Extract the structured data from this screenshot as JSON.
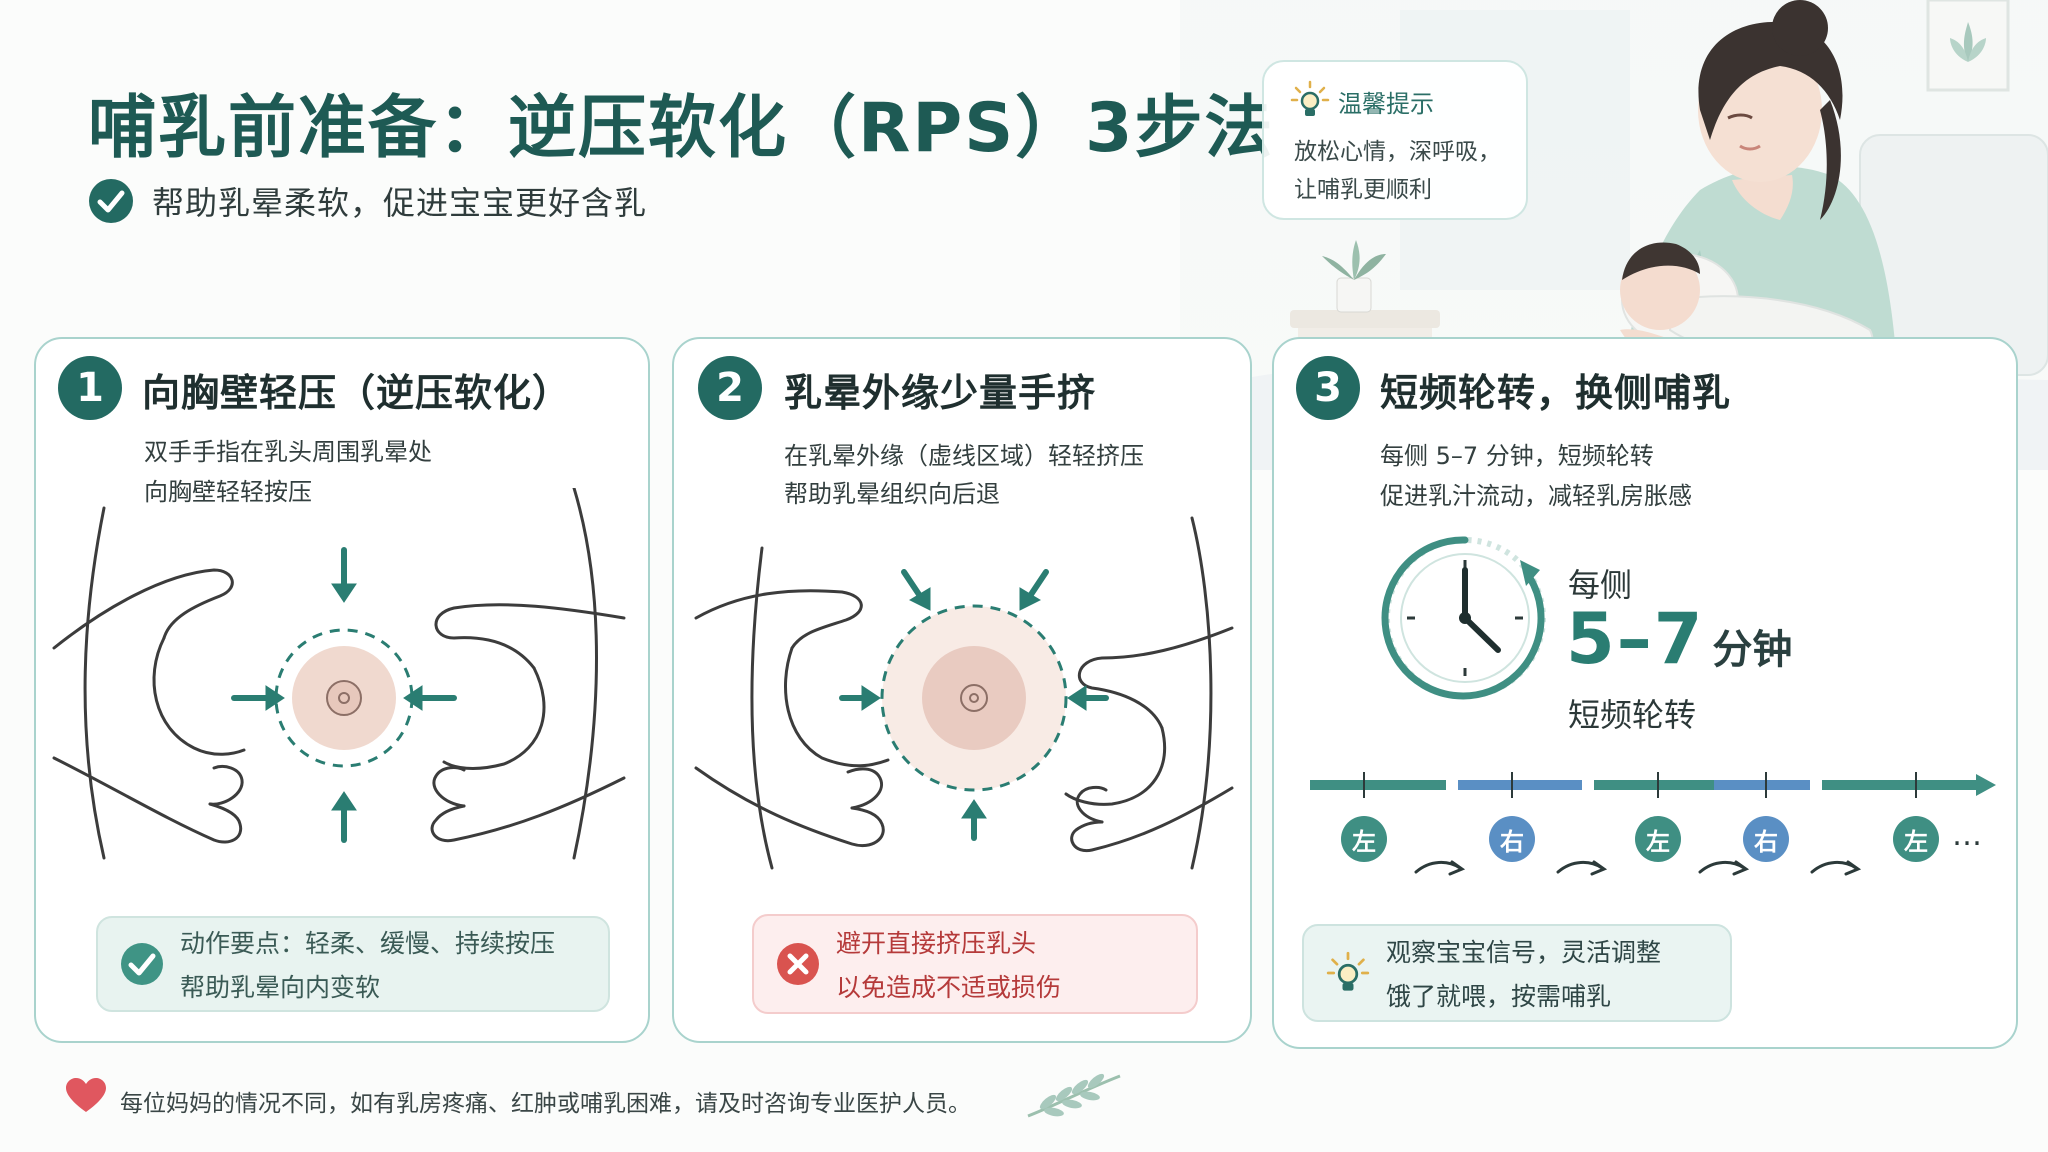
{
  "header": {
    "title": "哺乳前准备：逆压软化（RPS）3步法",
    "subtitle": "帮助乳晕柔软，促进宝宝更好含乳"
  },
  "tip": {
    "title": "温馨提示",
    "lines": [
      "放松心情，深呼吸，",
      "让哺乳更顺利"
    ]
  },
  "steps": [
    {
      "number": "1",
      "title": "向胸壁轻压（逆压软化）",
      "desc": [
        "双手手指在乳头周围乳晕处",
        "向胸壁轻轻按压"
      ],
      "note": {
        "type": "do",
        "lines": [
          "动作要点：轻柔、缓慢、持续按压",
          "帮助乳晕向内变软"
        ]
      }
    },
    {
      "number": "2",
      "title": "乳晕外缘少量手挤",
      "desc": [
        "在乳晕外缘（虚线区域）轻轻挤压",
        "帮助乳晕组织向后退"
      ],
      "note": {
        "type": "dont",
        "lines": [
          "避开直接挤压乳头",
          "以免造成不适或损伤"
        ]
      }
    },
    {
      "number": "3",
      "title": "短频轮转，换侧哺乳",
      "desc": [
        "每侧 5–7 分钟，短频轮转",
        "促进乳汁流动，减轻乳房胀感"
      ],
      "timer": {
        "label": "每侧",
        "value": "5–7",
        "unit": "分钟",
        "caption": "短频轮转"
      },
      "timeline": [
        "左",
        "右",
        "左",
        "右",
        "左"
      ],
      "timeline_more": "…",
      "note": {
        "type": "tip",
        "lines": [
          "观察宝宝信号，灵活调整",
          "饿了就喂，按需哺乳"
        ]
      }
    }
  ],
  "footer": "每位妈妈的情况不同，如有乳房疼痛、红肿或哺乳困难，请及时咨询专业医护人员。",
  "colors": {
    "primary": "#236a62",
    "accent": "#2a7d72",
    "left_side": "#3f8f83",
    "right_side": "#5a8fc4",
    "warning": "#d9534f",
    "heart": "#e0575f"
  }
}
